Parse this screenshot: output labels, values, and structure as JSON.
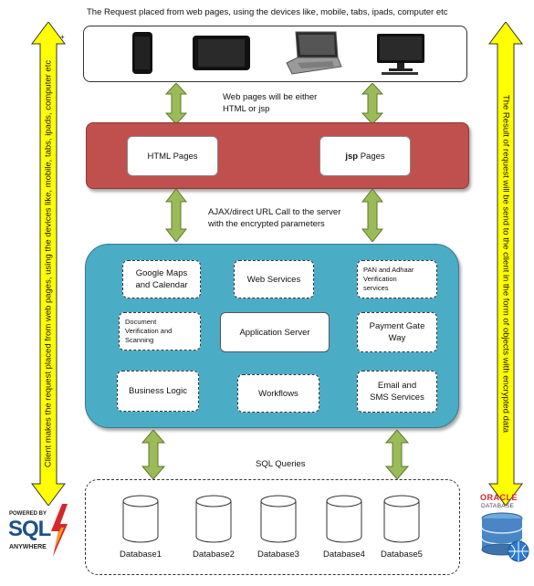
{
  "top_caption": "The Request placed from web pages, using the devices like, mobile, tabs, ipads, computer etc",
  "left_arrow_text": "Client makes the request placed from web pages, using the devices like, mobile, tabs, ipads, computer etc",
  "right_arrow_text": "The Result of request will be send to the client in the form of objects with encrypted data",
  "caption_web_pages_line1": "Web pages will be either",
  "caption_web_pages_line2": "HTML or jsp",
  "pages": {
    "html_label": "HTML Pages",
    "jsp_bold": "jsp",
    "jsp_rest": " Pages"
  },
  "caption_ajax_line1": "AJAX/direct URL Call to the server",
  "caption_ajax_line2": "with the encrypted parameters",
  "services": {
    "google_maps_line1": "Google Maps",
    "google_maps_line2": "and Calendar",
    "web_services": "Web Services",
    "pan_line1": "PAN and Adhaar",
    "pan_line2": "Verification",
    "pan_line3": "services",
    "document_line1": "Document",
    "document_line2": "Verification and",
    "document_line3": "Scanning",
    "app_server": "Application Server",
    "payment_line1": "Payment Gate",
    "payment_line2": "Way",
    "business_logic": "Business Logic",
    "workflows": "Workflows",
    "email_line1": "Email and",
    "email_line2": "SMS Services"
  },
  "caption_sql": "SQL Queries",
  "databases": [
    "Database1",
    "Database2",
    "Database3",
    "Database4",
    "Database5"
  ],
  "logo_sql": {
    "powered_by": "POWERED BY",
    "sql": "SQL",
    "anywhere": "ANYWHERE"
  },
  "logo_oracle": {
    "oracle": "ORACLE",
    "database": "DATABASE"
  },
  "colors": {
    "arrow_yellow": "#ffff00",
    "arrow_green": "#9bbb59",
    "pages_red": "#c0504d",
    "app_blue": "#4bacc6"
  }
}
